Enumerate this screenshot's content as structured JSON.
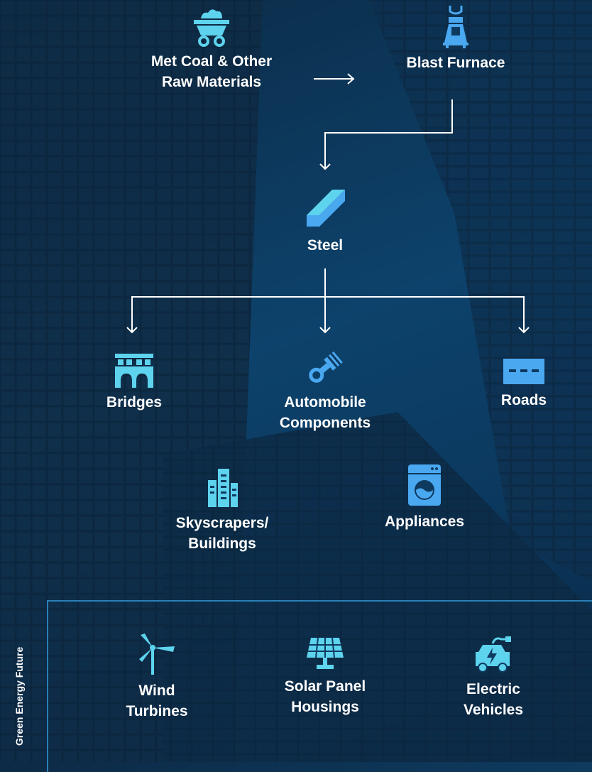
{
  "colors": {
    "icon": "#5ed3ee",
    "icon_blue": "#4aa8f0",
    "line": "#ffffff",
    "box_border": "#2a7fb8"
  },
  "flow": {
    "raw_materials": {
      "label": "Met Coal & Other\nRaw Materials",
      "icon": "mine-cart-icon"
    },
    "blast_furnace": {
      "label": "Blast Furnace",
      "icon": "blast-furnace-icon"
    },
    "steel": {
      "label": "Steel",
      "icon": "steel-beam-icon"
    }
  },
  "uses": {
    "bridges": {
      "label": "Bridges",
      "icon": "bridge-icon"
    },
    "automobile": {
      "label": "Automobile\nComponents",
      "icon": "piston-icon"
    },
    "roads": {
      "label": "Roads",
      "icon": "road-icon"
    },
    "skyscrapers": {
      "label": "Skyscrapers/\nBuildings",
      "icon": "buildings-icon"
    },
    "appliances": {
      "label": "Appliances",
      "icon": "washing-machine-icon"
    }
  },
  "green_energy": {
    "title": "Green Energy Future",
    "items": {
      "wind": {
        "label": "Wind\nTurbines",
        "icon": "wind-turbine-icon"
      },
      "solar": {
        "label": "Solar Panel\nHousings",
        "icon": "solar-panel-icon"
      },
      "ev": {
        "label": "Electric\nVehicles",
        "icon": "electric-car-icon"
      }
    }
  }
}
